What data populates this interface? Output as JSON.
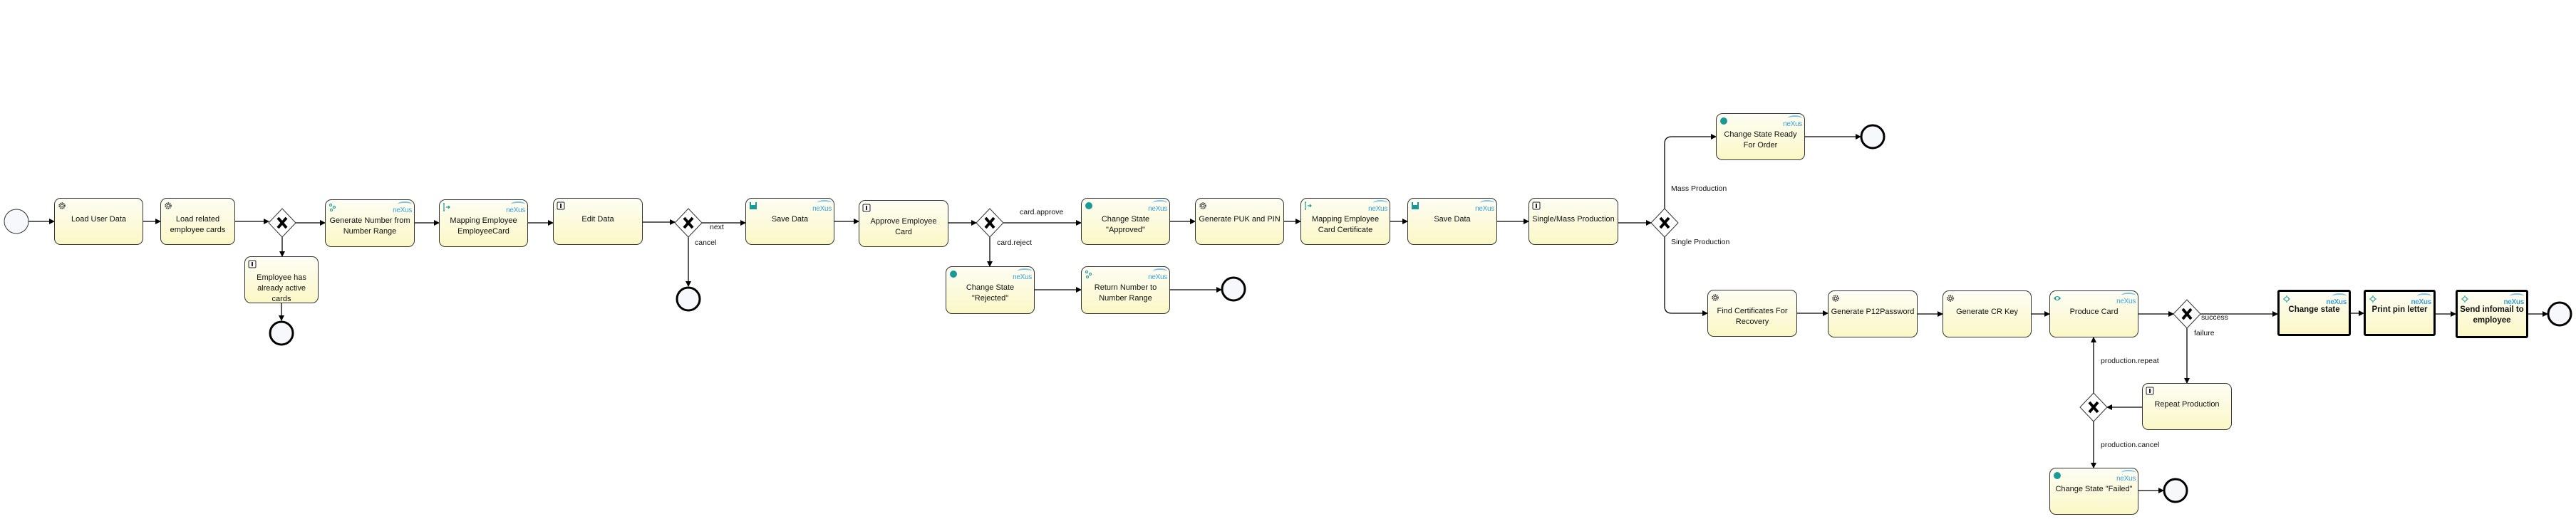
{
  "diagram": {
    "logo_text": "neXus",
    "colors": {
      "task_fill_top": "#fdfdf4",
      "task_fill_bottom": "#fbf8c6",
      "accent_teal": "#1a9a94",
      "nexus_blue": "#3aa0dc"
    },
    "tasks": [
      {
        "label": "Load User Data",
        "icon": "gear-icon"
      },
      {
        "label": "Load related employee cards",
        "icon": "gear-icon"
      },
      {
        "label": "Employee has already active cards",
        "icon": "user-task-icon"
      },
      {
        "label": "Generate Number from Number Range",
        "icon": "script-icon"
      },
      {
        "label": "Mapping Employee EmployeeCard",
        "icon": "mapping-icon"
      },
      {
        "label": "Edit Data",
        "icon": "user-task-icon"
      },
      {
        "label": "Save Data",
        "icon": "save-icon"
      },
      {
        "label": "Approve Employee Card",
        "icon": "user-task-icon"
      },
      {
        "label": "Change State \"Approved\"",
        "icon": "state-dot-icon"
      },
      {
        "label": "Generate PUK and PIN",
        "icon": "gear-icon"
      },
      {
        "label": "Mapping Employee Card Certificate",
        "icon": "mapping-icon"
      },
      {
        "label": "Change State \"Rejected\"",
        "icon": "state-dot-icon"
      },
      {
        "label": "Return Number to Number Range",
        "icon": "script-icon"
      },
      {
        "label": "Save Data",
        "icon": "save-icon"
      },
      {
        "label": "Single/Mass Production",
        "icon": "user-task-icon"
      },
      {
        "label": "Change State Ready For Order",
        "icon": "state-dot-icon"
      },
      {
        "label": "Find Certificates For Recovery",
        "icon": "gear-icon"
      },
      {
        "label": "Generate P12Password",
        "icon": "gear-icon"
      },
      {
        "label": "Generate CR Key",
        "icon": "gear-icon"
      },
      {
        "label": "Produce Card",
        "icon": "eye-icon"
      },
      {
        "label": "Change state",
        "icon": "subprocess-icon"
      },
      {
        "label": "Print pin letter",
        "icon": "subprocess-icon"
      },
      {
        "label": "Send infomail to employee",
        "icon": "subprocess-icon"
      },
      {
        "label": "Repeat Production",
        "icon": "user-task-icon"
      },
      {
        "label": "Change State \"Failed\"",
        "icon": "state-dot-icon"
      }
    ],
    "flow_labels": {
      "next": "next",
      "cancel": "cancel",
      "card_approve": "card.approve",
      "card_reject": "card.reject",
      "mass_production": "Mass Production",
      "single_production": "Single Production",
      "success": "success",
      "failure": "failure",
      "production_repeat": "production.repeat",
      "production_cancel": "production.cancel"
    }
  }
}
